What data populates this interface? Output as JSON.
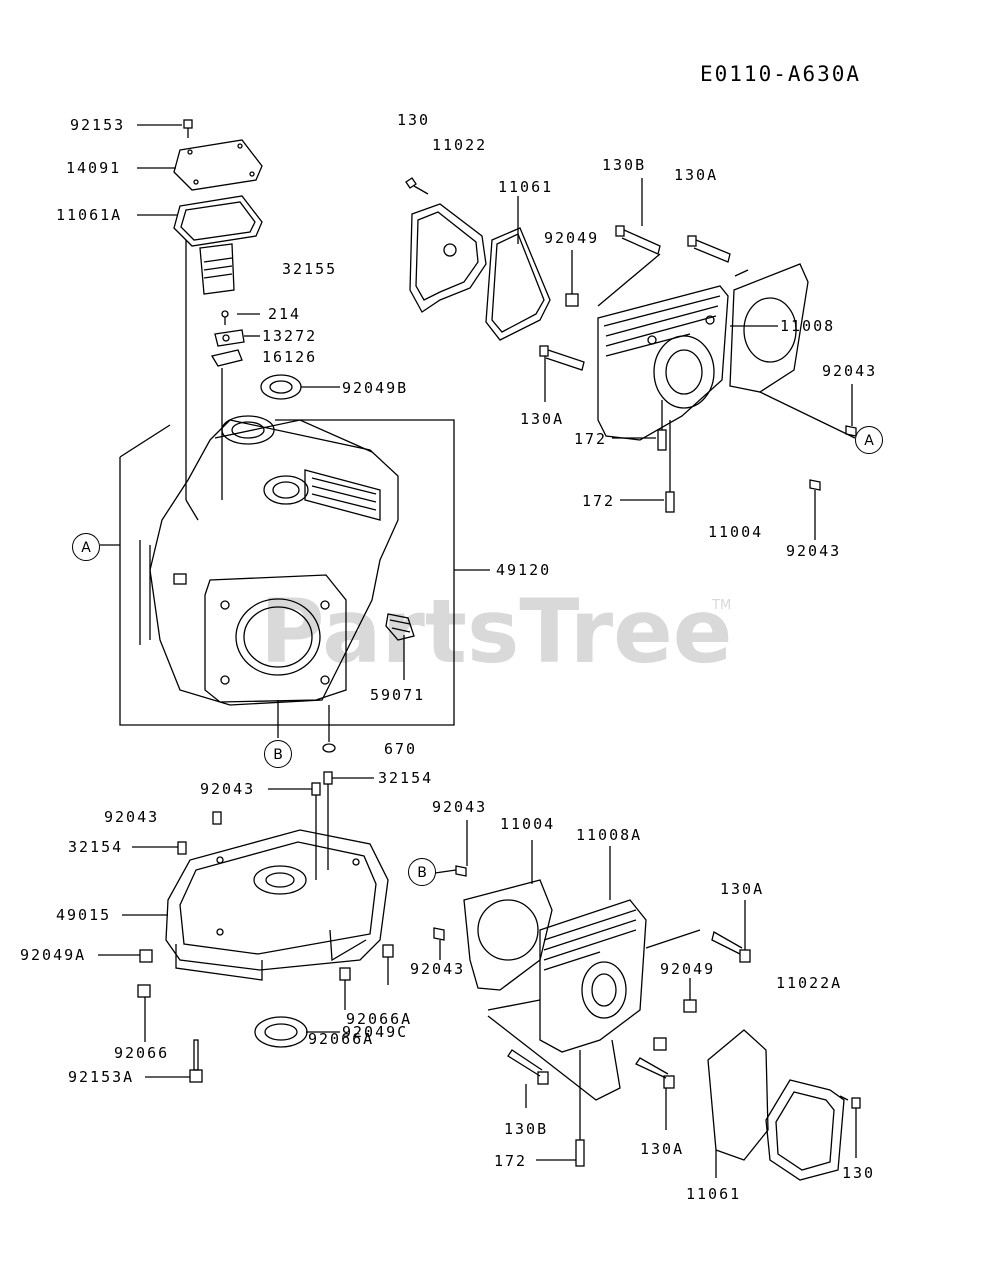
{
  "diagram_code": "E0110-A630A",
  "watermark": {
    "text": "PartsTree",
    "tm": "TM"
  },
  "ref_markers": {
    "a": "A",
    "b": "B"
  },
  "labels": {
    "p92153": "92153",
    "p14091": "14091",
    "p11061A": "11061A",
    "p32155": "32155",
    "p214": "214",
    "p13272": "13272",
    "p16126": "16126",
    "p92049B": "92049B",
    "p49120": "49120",
    "p59071": "59071",
    "p670": "670",
    "p130": "130",
    "p11022": "11022",
    "p11061_top": "11061",
    "p130B_top": "130B",
    "p130A_top": "130A",
    "p92049_top": "92049",
    "p11008": "11008",
    "p92043_r1": "92043",
    "p130A_mid": "130A",
    "p172_a": "172",
    "p172_b": "172",
    "p11004_top": "11004",
    "p92043_r2": "92043",
    "p92043_c": "92043",
    "p32154_c": "32154",
    "p92043_l": "92043",
    "p32154_l": "32154",
    "p49015": "49015",
    "p92049A": "92049A",
    "p92066": "92066",
    "p92153A": "92153A",
    "p92066A_1": "92066A",
    "p92066A_2": "92066A",
    "p92049C": "92049C",
    "p92043_b1": "92043",
    "p11004_b": "11004",
    "p11008A": "11008A",
    "p130A_b1": "130A",
    "p92043_b2": "92043",
    "p92049_b": "92049",
    "p11022A": "11022A",
    "p130B_b": "130B",
    "p130A_b2": "130A",
    "p172_bot": "172",
    "p11061_bot": "11061",
    "p130_bot": "130"
  }
}
